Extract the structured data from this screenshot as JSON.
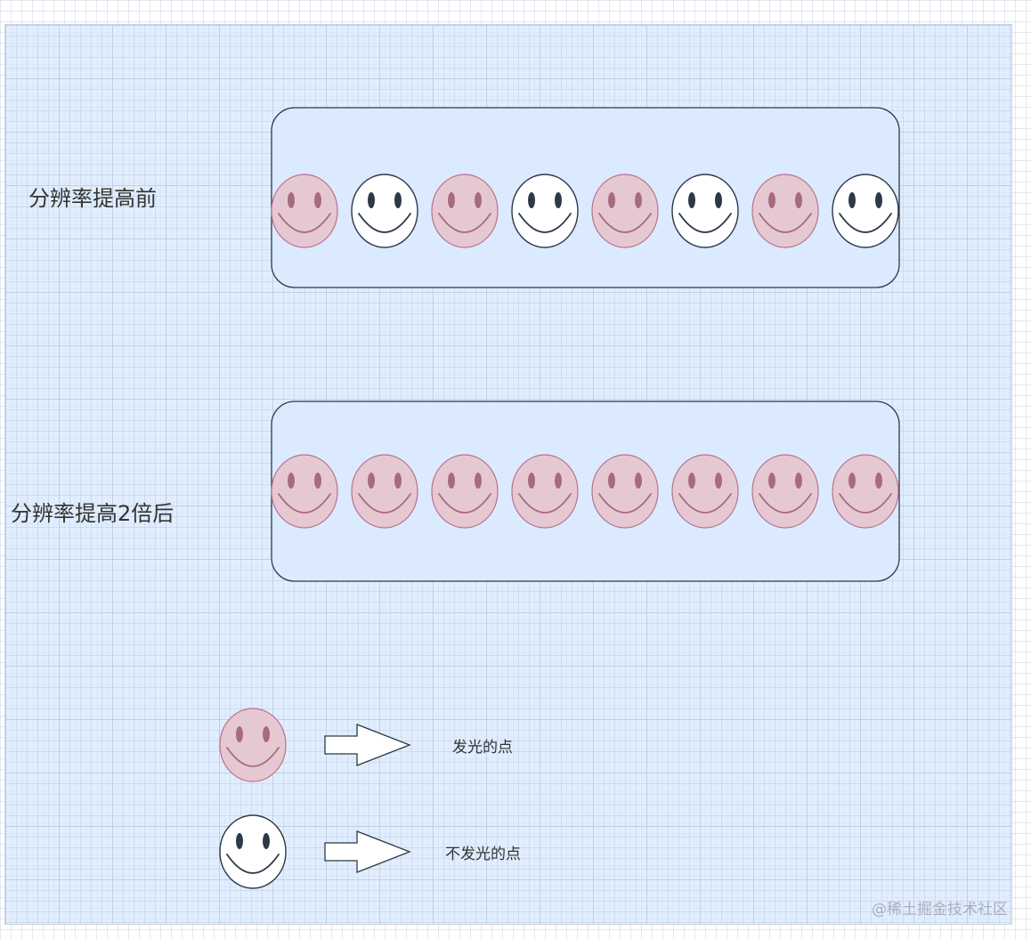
{
  "labels": {
    "before": "分辨率提高前",
    "after": "分辨率提高2倍后"
  },
  "legend": {
    "glowing": "发光的点",
    "not_glowing": "不发光的点"
  },
  "watermark": "@稀土掘金技术社区",
  "rows": {
    "before": [
      "on",
      "off",
      "on",
      "off",
      "on",
      "off",
      "on",
      "off"
    ],
    "after": [
      "on",
      "on",
      "on",
      "on",
      "on",
      "on",
      "on",
      "on"
    ]
  },
  "colors": {
    "glow_fill": "#e6c8d3",
    "glow_stroke": "#b5738a",
    "glow_eye": "#a86a7d",
    "off_stroke": "#2c3947",
    "box_fill": "#dceaff",
    "box_stroke": "#2c3947"
  }
}
